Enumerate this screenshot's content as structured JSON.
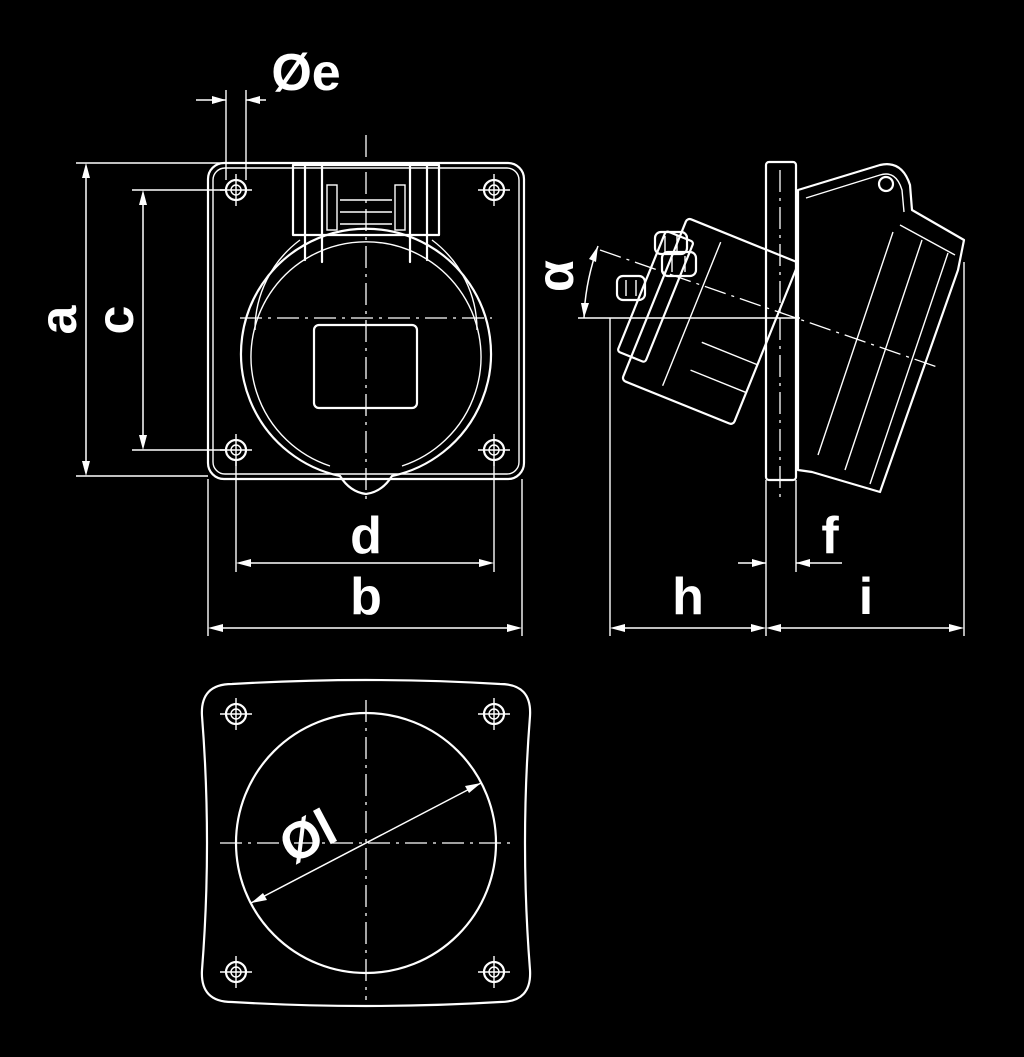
{
  "colors": {
    "background": "#000000",
    "line": "#ffffff"
  },
  "labels": {
    "a": "a",
    "b": "b",
    "c": "c",
    "d": "d",
    "e": "Øe",
    "f": "f",
    "h": "h",
    "i": "i",
    "l": "Øl",
    "alpha": "α"
  }
}
